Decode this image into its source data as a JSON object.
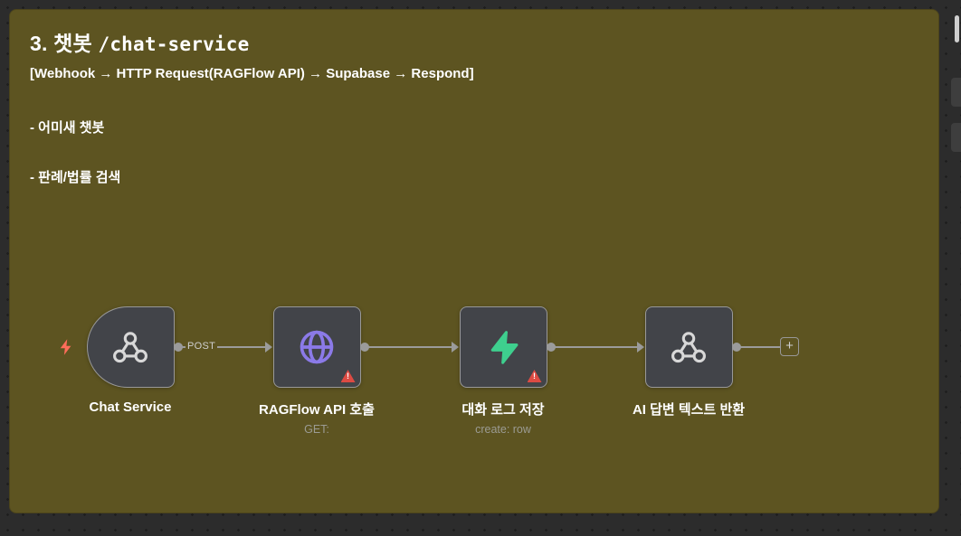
{
  "sticky_note": {
    "title_prefix": "3. 챗봇 ",
    "title_code": "/chat-service",
    "subtitle": "[Webhook → HTTP Request(RAGFlow API) → Supabase → Respond]",
    "lines": [
      "- 어미새 챗봇",
      "- 판례/법률 검색"
    ]
  },
  "workflow": {
    "connection_label": "POST",
    "add_button_label": "+",
    "nodes": [
      {
        "label": "Chat Service",
        "subtitle": "",
        "icon": "webhook-icon",
        "type": "webhook-trigger",
        "warning": false
      },
      {
        "label": "RAGFlow API 호출",
        "subtitle": "GET:",
        "icon": "globe-icon",
        "type": "http-request",
        "warning": true
      },
      {
        "label": "대화 로그 저장",
        "subtitle": "create: row",
        "icon": "supabase-icon",
        "type": "supabase",
        "warning": true
      },
      {
        "label": "AI 답변 텍스트 반환",
        "subtitle": "",
        "icon": "webhook-icon",
        "type": "respond-to-webhook",
        "warning": false
      }
    ]
  },
  "colors": {
    "canvas_bg": "#2c2c2c",
    "sticky_bg": "#5d5421",
    "node_bg": "#424449",
    "node_border": "#989898",
    "trigger_bolt": "#ff6d5a",
    "globe": "#8b7ae8",
    "supabase": "#3ecf8e",
    "warning": "#dd4b43",
    "connector": "#9b9b9b"
  }
}
